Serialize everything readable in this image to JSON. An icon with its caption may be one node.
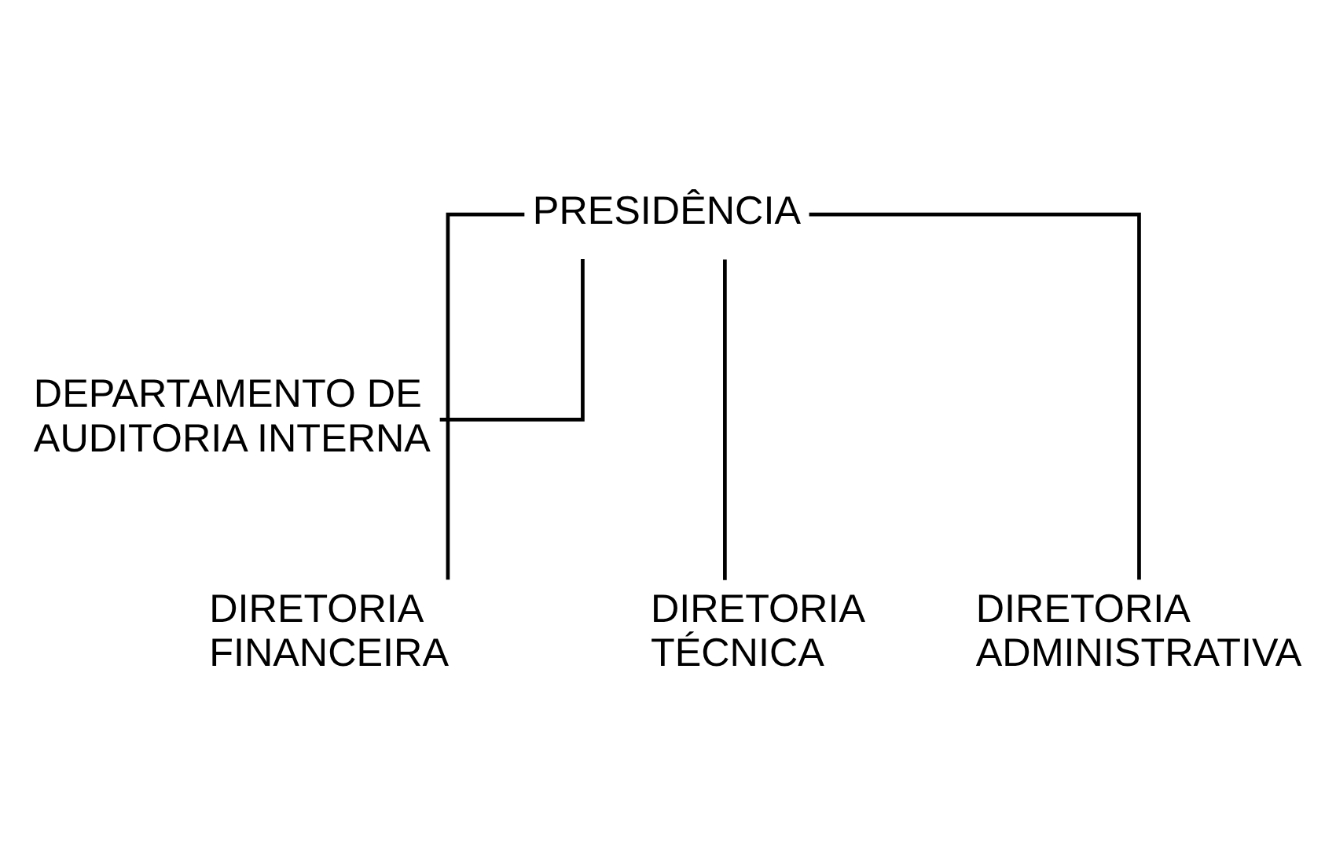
{
  "diagram": {
    "nodes": [
      {
        "text": [
          "PRESIDÊNCIA"
        ]
      },
      {
        "text": [
          "DEPARTAMENTO DE AUDITORIA INTERNA"
        ]
      },
      {
        "text": [
          "DIRETORIA TÉCNICA"
        ]
      },
      {
        "text": [
          "DIRETORIA FINANCEIRA"
        ]
      },
      {
        "text": [
          "DIRETORIA ADMINISTRATIVA"
        ]
      }
    ],
    "edges": [
      {
        "from": 0,
        "to": 1,
        "arrow": "none"
      },
      {
        "from": 0,
        "to": 2,
        "arrow": "none"
      },
      {
        "from": 0,
        "to": 3,
        "arrow": "none"
      },
      {
        "from": 0,
        "to": 4,
        "arrow": "none"
      }
    ]
  }
}
